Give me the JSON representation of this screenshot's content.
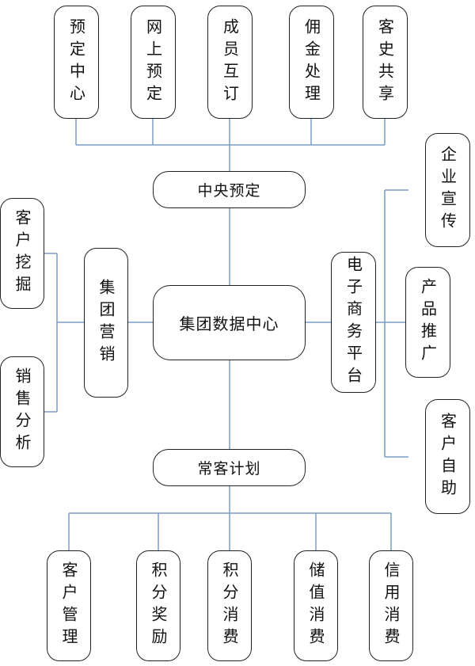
{
  "diagram": {
    "center": "集团数据中心",
    "top_hub": "中央预定",
    "bottom_hub": "常客计划",
    "left_hub": "集团营销",
    "right_hub": "电子商务平台",
    "top_nodes": [
      "预定中心",
      "网上预定",
      "成员互订",
      "佣金处理",
      "客史共享"
    ],
    "left_nodes": [
      "客户挖掘",
      "销售分析"
    ],
    "right_nodes": [
      "企业宣传",
      "产品推广",
      "客户自助"
    ],
    "bottom_nodes": [
      "客户管理",
      "积分奖励",
      "积分消费",
      "储值消费",
      "信用消费"
    ],
    "colors": {
      "connector": "#7b9cc5",
      "border": "#222222"
    }
  }
}
